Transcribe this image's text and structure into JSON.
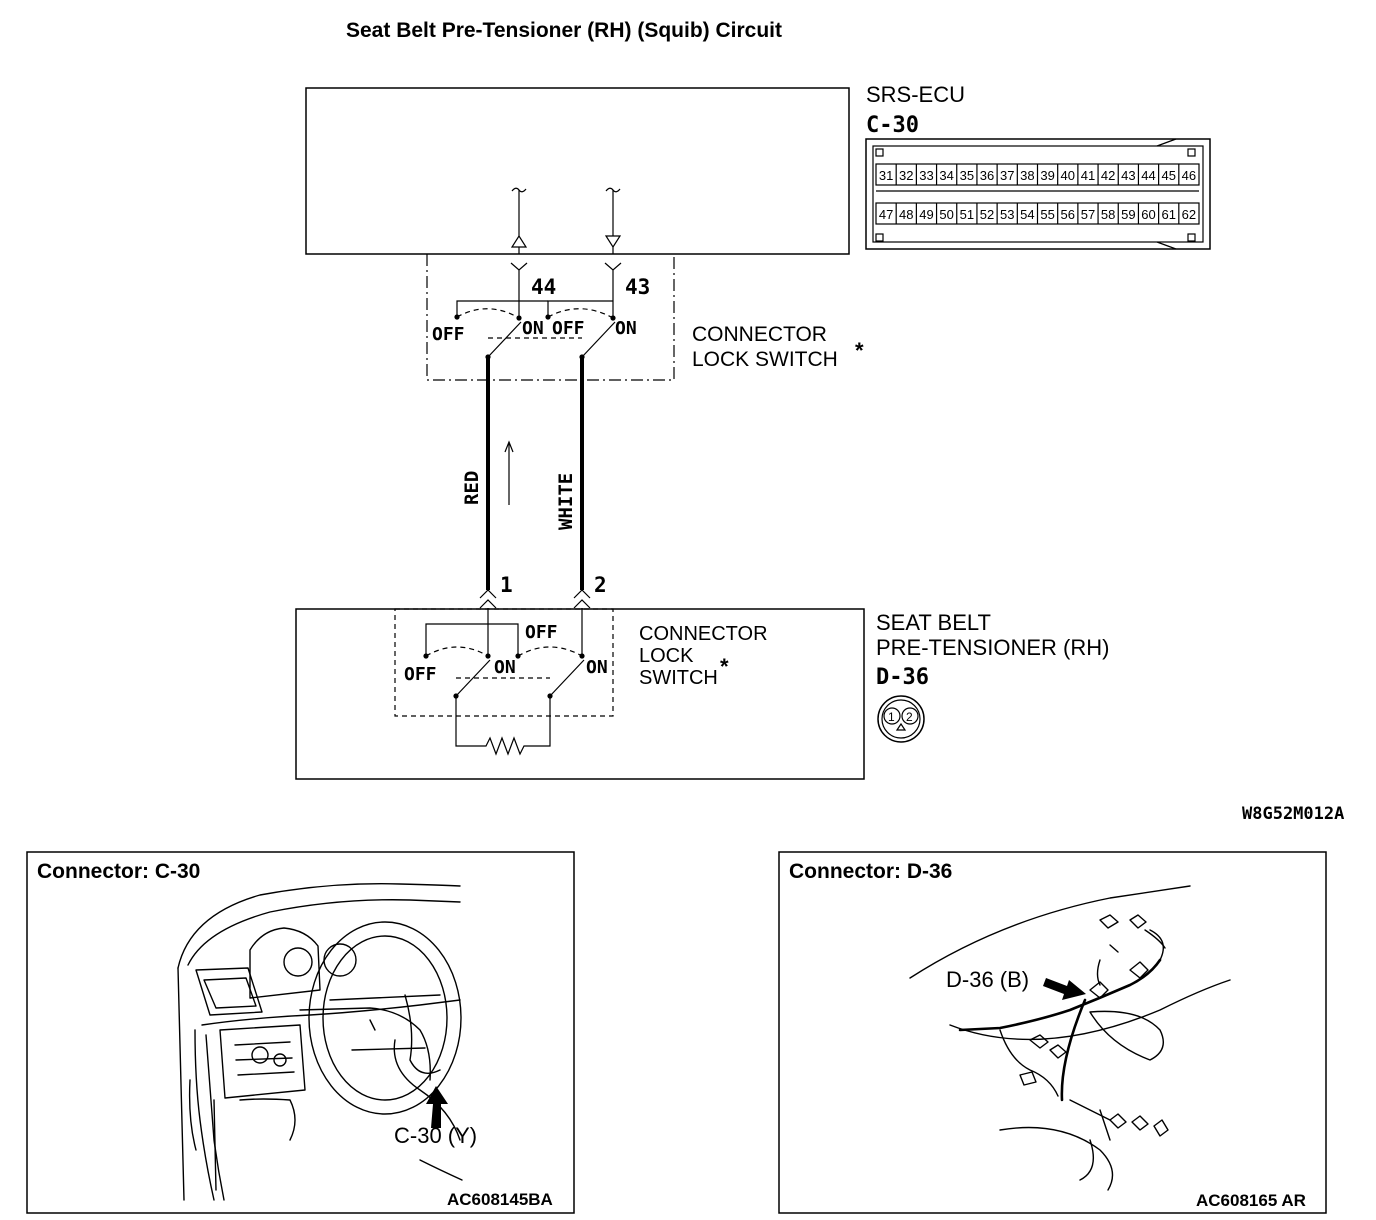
{
  "title": "Seat Belt Pre-Tensioner (RH) (Squib) Circuit",
  "ecu": {
    "name": "SRS-ECU",
    "connector": "C-30",
    "pins_top": [
      "31",
      "32",
      "33",
      "34",
      "35",
      "36",
      "37",
      "38",
      "39",
      "40",
      "41",
      "42",
      "43",
      "44",
      "45",
      "46"
    ],
    "pins_bottom": [
      "47",
      "48",
      "49",
      "50",
      "51",
      "52",
      "53",
      "54",
      "55",
      "56",
      "57",
      "58",
      "59",
      "60",
      "61",
      "62"
    ]
  },
  "lock_switch_upper": {
    "label_line1": "CONNECTOR",
    "label_line2": "LOCK SWITCH",
    "asterisk": "*",
    "pin_a": "44",
    "pin_b": "43",
    "off": "OFF",
    "on": "ON"
  },
  "wires": {
    "left_color": "RED",
    "right_color": "WHITE",
    "left_pin": "1",
    "right_pin": "2"
  },
  "pretensioner": {
    "name_line1": "SEAT BELT",
    "name_line2": "PRE-TENSIONER (RH)",
    "connector": "D-36",
    "face_pins": [
      "1",
      "2"
    ],
    "switch_line1": "CONNECTOR",
    "switch_line2": "LOCK",
    "switch_line3": "SWITCH",
    "asterisk": "*",
    "off": "OFF",
    "on": "ON"
  },
  "diagram_code": "W8G52M012A",
  "panel_left": {
    "title": "Connector: C-30",
    "callout": "C-30 (Y)",
    "code": "AC608145BA"
  },
  "panel_right": {
    "title": "Connector: D-36",
    "callout": "D-36 (B)",
    "code": "AC608165 AR"
  }
}
